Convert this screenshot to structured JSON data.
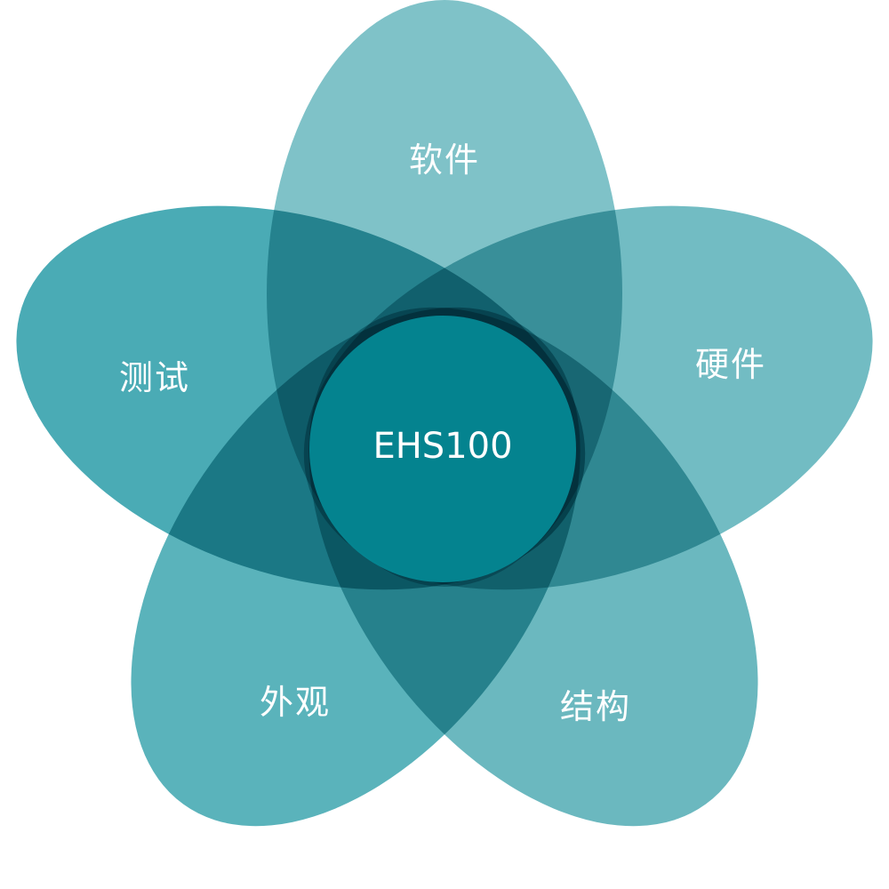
{
  "diagram": {
    "type": "five-petal venn / flower diagram",
    "center": {
      "label": "EHS100",
      "color": "#048A96"
    },
    "petals": [
      {
        "id": "top",
        "label": "软件",
        "color": "#7FC2C8"
      },
      {
        "id": "right",
        "label": "硬件",
        "color": "#72BCC3"
      },
      {
        "id": "bottom-right",
        "label": "结构",
        "color": "#6BB8BF"
      },
      {
        "id": "bottom-left",
        "label": "外观",
        "color": "#5AB3BB"
      },
      {
        "id": "left",
        "label": "测试",
        "color": "#4AABB5"
      }
    ],
    "text_color": "#FFFFFF",
    "background": "#FFFFFF"
  }
}
